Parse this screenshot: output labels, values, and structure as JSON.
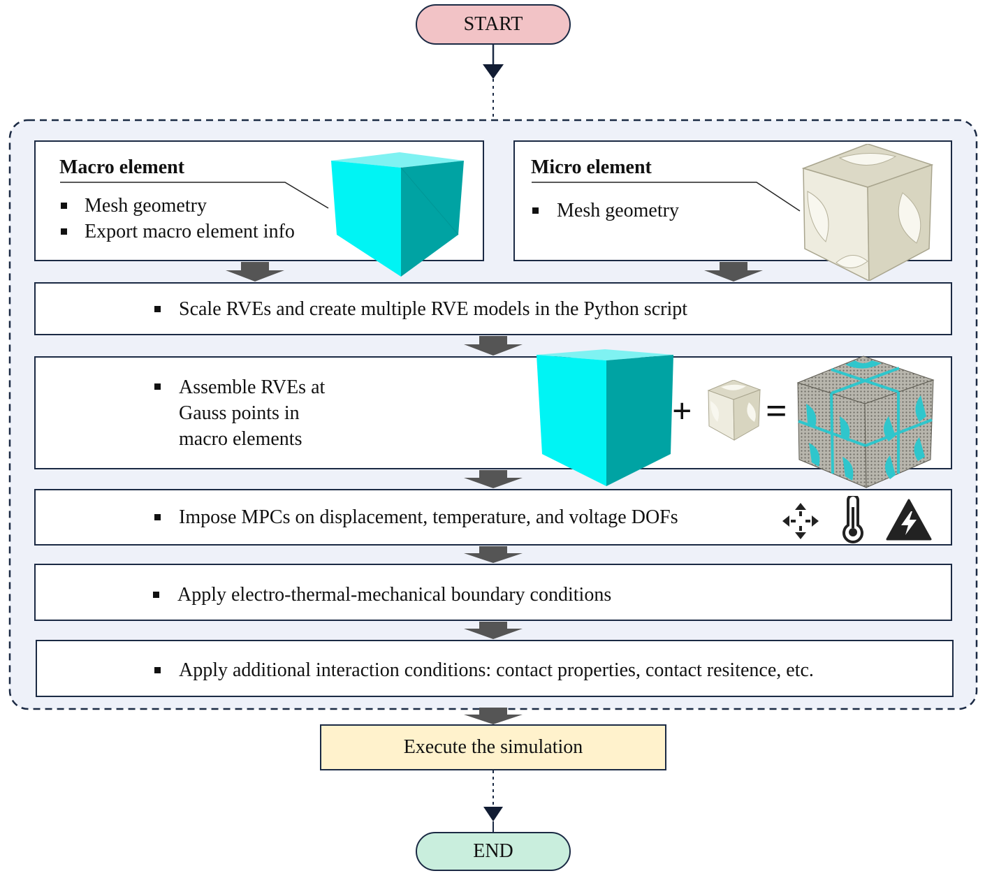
{
  "start": {
    "label": "START"
  },
  "end": {
    "label": "END"
  },
  "macro": {
    "title": "Macro element",
    "items": [
      "Mesh geometry",
      "Export macro element info"
    ]
  },
  "micro": {
    "title": "Micro element",
    "items": [
      "Mesh geometry"
    ]
  },
  "steps": [
    {
      "text": "Scale RVEs and create multiple RVE models in the Python script"
    },
    {
      "lines": [
        "Assemble RVEs at",
        "Gauss points in",
        "macro elements"
      ]
    },
    {
      "text": "Impose MPCs on displacement, temperature, and voltage DOFs"
    },
    {
      "text": "Apply electro-thermal-mechanical boundary conditions"
    },
    {
      "text": "Apply additional interaction conditions: contact properties, contact resitence, etc."
    }
  ],
  "equation": {
    "plus": "+",
    "equals": "="
  },
  "execute": {
    "label": "Execute the simulation"
  },
  "icons": [
    "move-arrows-icon",
    "thermometer-icon",
    "voltage-warning-icon"
  ],
  "colors": {
    "start_fill": "#f2c3c6",
    "end_fill": "#c9eedd",
    "execute_fill": "#fff2cc",
    "panel_fill": "#eef1f9",
    "border": "#1b2a44",
    "arrow": "#555555",
    "cube_front": "#00f4f4",
    "cube_side": "#00a3a3",
    "micro_fill": "#e8e6d6"
  }
}
